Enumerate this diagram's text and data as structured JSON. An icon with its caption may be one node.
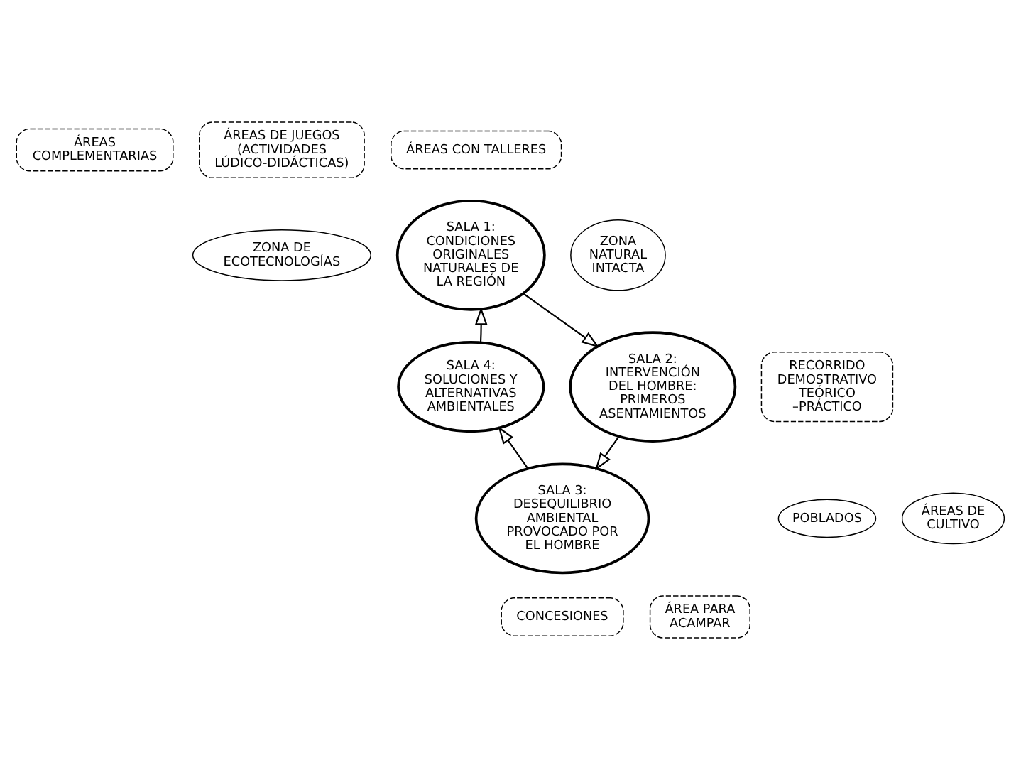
{
  "diagram": {
    "nodes": [
      {
        "text": [
          "ÁREAS COMPLEMENTARIAS"
        ]
      },
      {
        "text": [
          "ÁREAS DE JUEGOS (ACTIVIDADES LÚDICO-DIDÁCTICAS)"
        ]
      },
      {
        "text": [
          "ÁREAS CON TALLERES"
        ]
      },
      {
        "text": [
          "ZONA DE ECOTECNOLOGÍAS"
        ]
      },
      {
        "text": [
          "SALA 1: CONDICIONES ORIGINALES NATURALES DE LA REGIÓN"
        ]
      },
      {
        "text": [
          "ZONA NATURAL INTACTA"
        ]
      },
      {
        "text": [
          "SALA 4: SOLUCIONES Y ALTERNATIVAS AMBIENTALES"
        ]
      },
      {
        "text": [
          "RECORRIDO DEMOSTRATIVO TEÓRICO –PRÁCTICO"
        ]
      },
      {
        "text": [
          "SALA 2: INTERVENCIÓN DEL HOMBRE: PRIMEROS ASENTAMIENTOS"
        ]
      },
      {
        "text": [
          "POBLADOS"
        ]
      },
      {
        "text": [
          "SALA 3: DESEQUILIBRIO AMBIENTAL PROVOCADO POR EL HOMBRE"
        ]
      },
      {
        "text": [
          "ÁREAS DE CULTIVO"
        ]
      },
      {
        "text": [
          "CONCESIONES"
        ]
      },
      {
        "text": [
          "ÁREA PARA ACAMPAR"
        ]
      }
    ],
    "edges": [
      {
        "from": 4,
        "to": 8,
        "arrow": "to"
      },
      {
        "from": 8,
        "to": 10,
        "arrow": "to"
      },
      {
        "from": 10,
        "to": 6,
        "arrow": "to"
      },
      {
        "from": 6,
        "to": 4,
        "arrow": "to"
      }
    ]
  }
}
